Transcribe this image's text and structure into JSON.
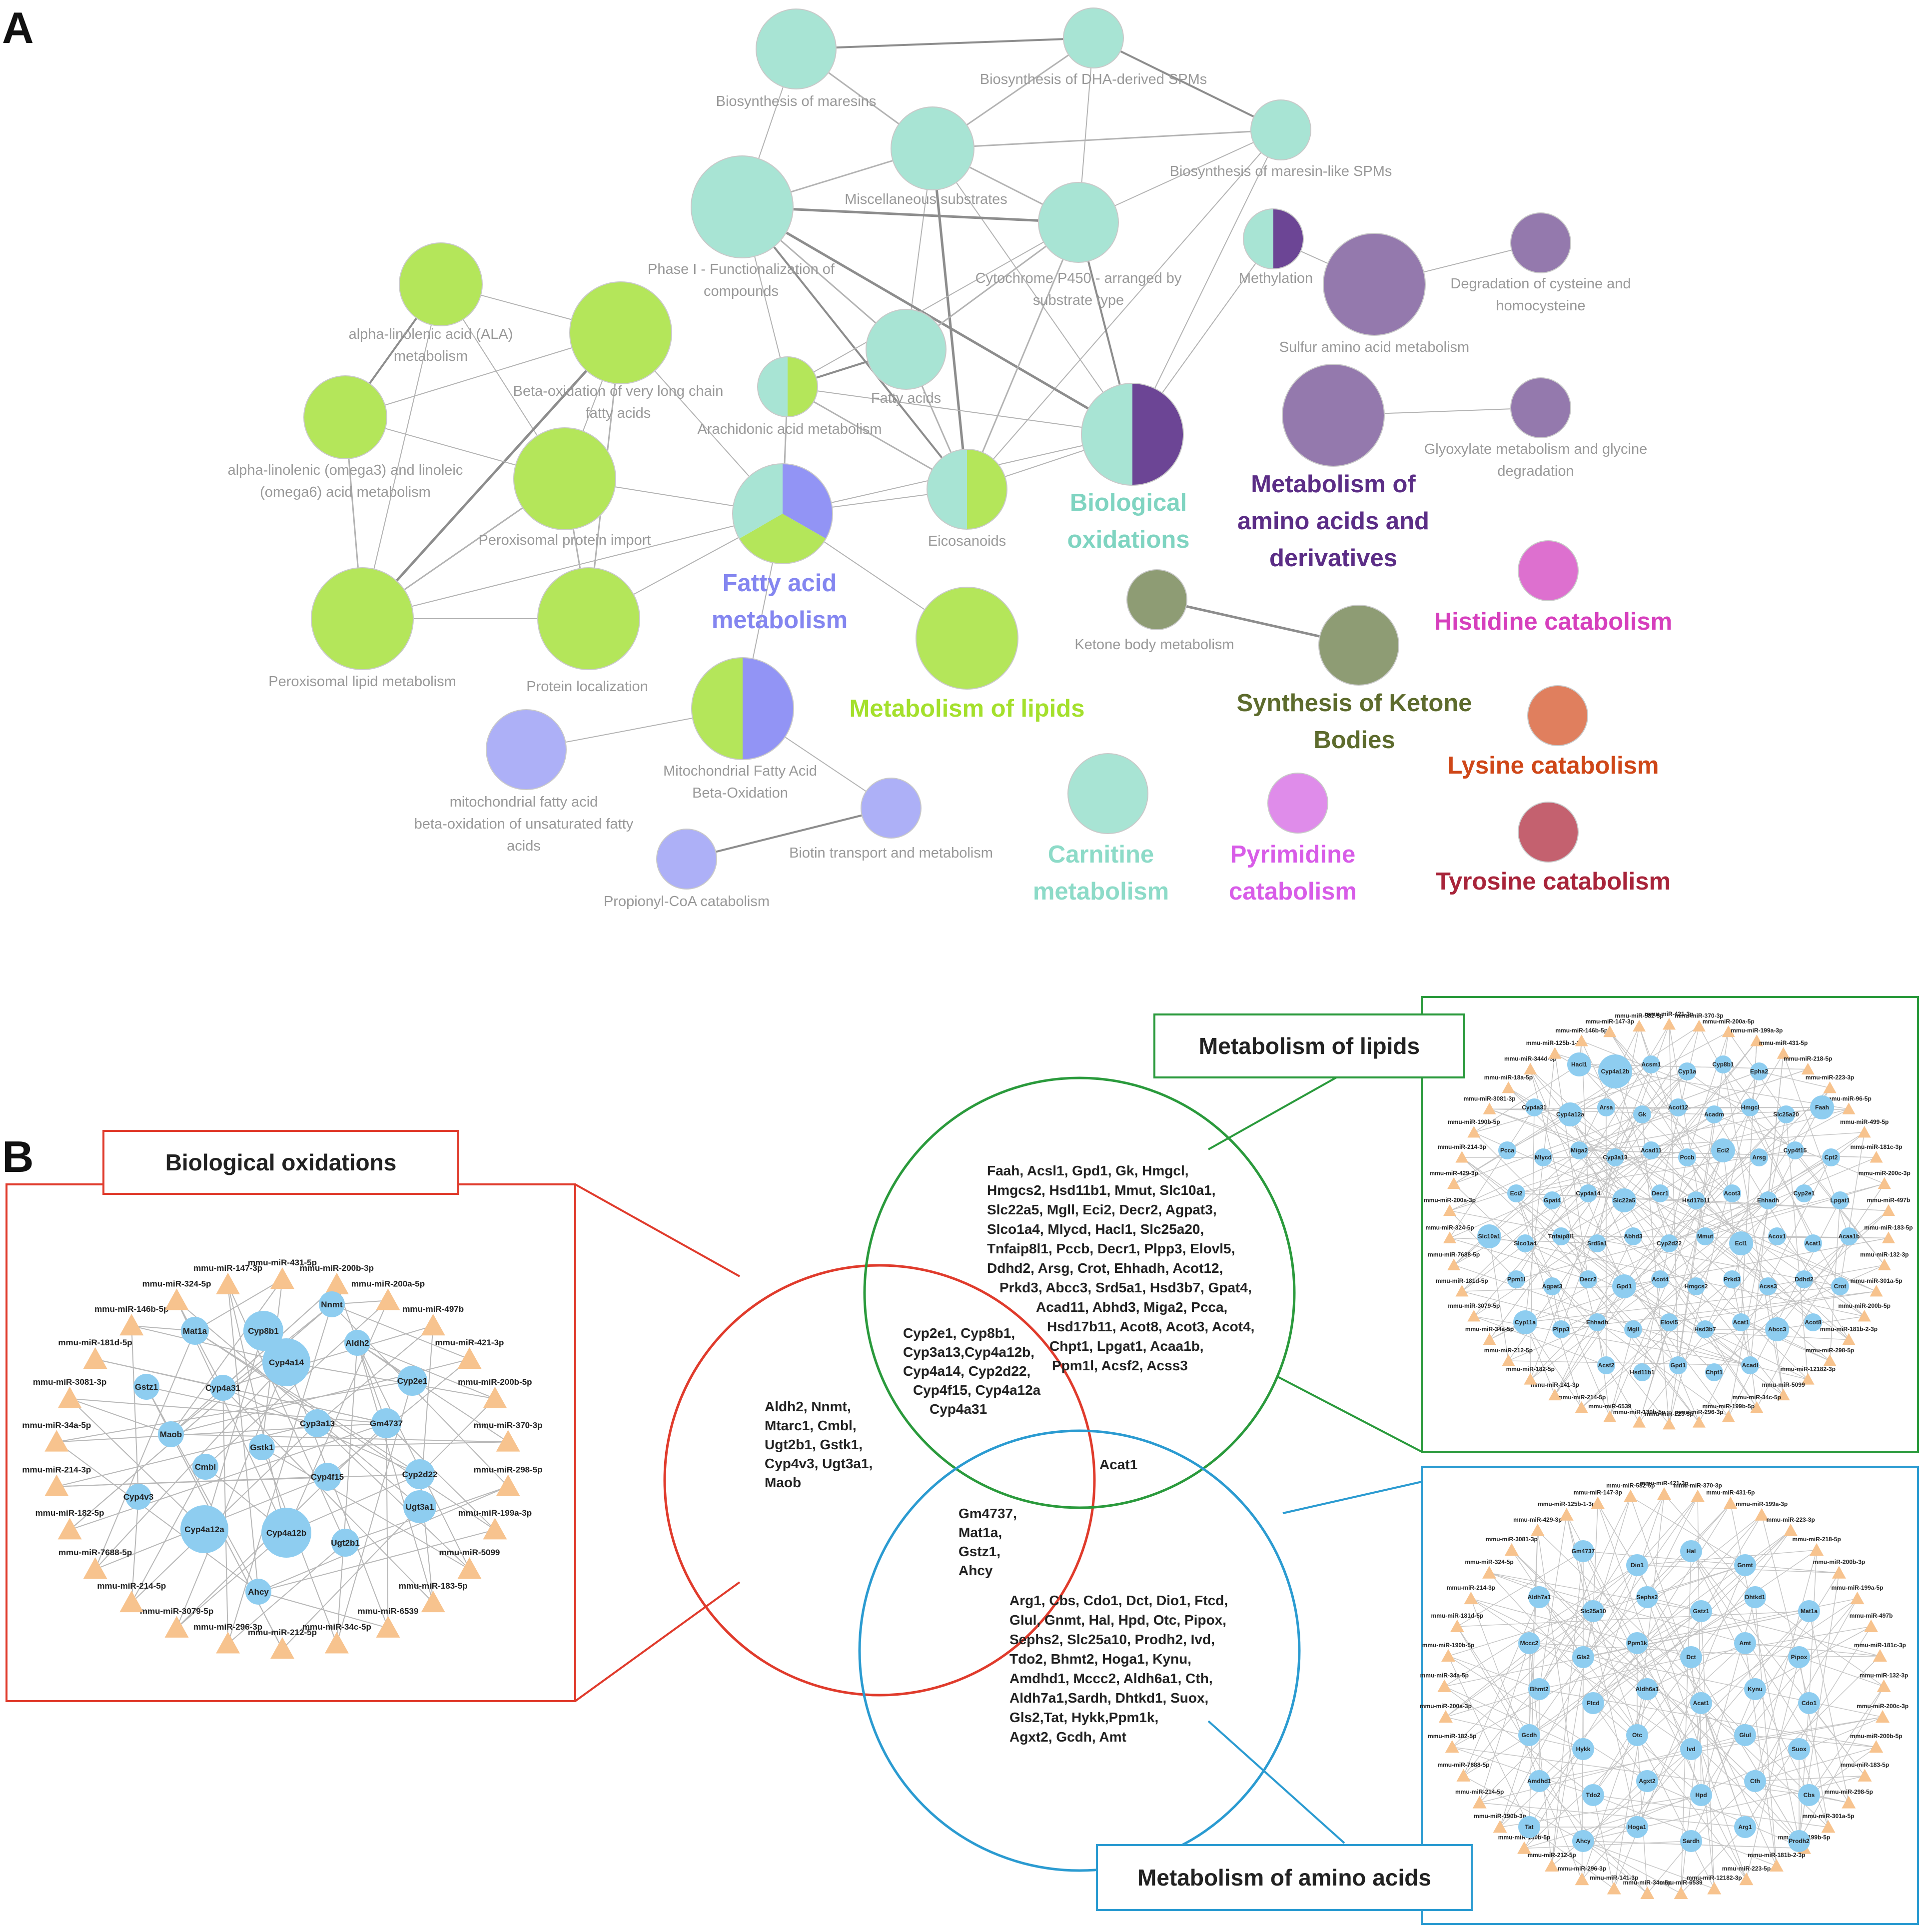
{
  "panel_a": {
    "label": "A",
    "node_labels": {
      "maresins": "Biosynthesis of maresins",
      "dha": "Biosynthesis of DHA-derived SPMs",
      "mlike": [
        "Biosynthesis of maresin-like SPMs"
      ],
      "misc": [
        "Miscellaneous substrates"
      ],
      "phase1": [
        "Phase I - Functionalization of",
        "compounds"
      ],
      "cyp450": [
        "Cytochrome P450 - arranged by",
        "substrate type"
      ],
      "methylation": "Methylation",
      "degcys": [
        "Degradation of cysteine and",
        "homocysteine"
      ],
      "sulfur": [
        "Sulfur amino acid metabolism"
      ],
      "glyox": [
        "Glyoxylate metabolism and glycine",
        "degradation"
      ],
      "ala": [
        "alpha-linolenic acid (ALA)",
        "metabolism"
      ],
      "betaox": [
        "Beta-oxidation of very long chain",
        "fatty acids"
      ],
      "omega": [
        "alpha-linolenic (omega3) and linoleic",
        "(omega6) acid metabolism"
      ],
      "fatty": "Fatty acids",
      "arach": "Arachidonic acid metabolism",
      "perox_import": "Peroxisomal protein import",
      "eicos": "Eicosanoids",
      "perox_lipid": "Peroxisomal lipid metabolism",
      "protein_loc": "Protein localization",
      "ketone": "Ketone body metabolism",
      "mito_unsat": [
        "mitochondrial fatty acid",
        "beta-oxidation of unsaturated fatty",
        "acids"
      ],
      "mito": [
        "Mitochondrial Fatty Acid",
        "Beta-Oxidation"
      ],
      "biotin": "Biotin transport and metabolism",
      "propionyl": "Propionyl-CoA catabolism"
    },
    "cluster_labels": {
      "bio_ox": [
        "Biological",
        "oxidations"
      ],
      "aa": [
        "Metabolism of",
        "amino acids and",
        "derivatives"
      ],
      "fa": [
        "Fatty acid",
        "metabolism"
      ],
      "histidine": "Histidine catabolism",
      "lipids": "Metabolism of lipids",
      "ketone": [
        "Synthesis of Ketone",
        "Bodies"
      ],
      "lysine": "Lysine catabolism",
      "carnitine": [
        "Carnitine",
        "metabolism"
      ],
      "pyrimidine": [
        "Pyrimidine",
        "catabolism"
      ],
      "tyrosine": "Tyrosine catabolism"
    },
    "colors": {
      "teal": "#a8e4d4",
      "lime": "#b4e65a",
      "purple": "#9479ad",
      "darkpurple": "#6c4595",
      "blue": "#9294f5",
      "lightblue": "#adb0f7",
      "olive": "#8e9c74",
      "magenta": "#dd70cf",
      "orange": "#e07f5e",
      "violet": "#df8cea",
      "crimson": "#c4616f"
    }
  },
  "panel_b": {
    "label": "B",
    "titles": {
      "bio": "Biological oxidations",
      "lipids": "Metabolism of lipids",
      "aa": "Metabolism of amino acids"
    },
    "venn": {
      "red_only": [
        "Aldh2, Nnmt,",
        "Mtarc1, Cmbl,",
        "Ugt2b1, Gstk1,",
        "Cyp4v3, Ugt3a1,",
        "Maob"
      ],
      "red_green": [
        "Cyp2e1, Cyp8b1,",
        "Cyp3a13,Cyp4a12b,",
        "Cyp4a14, Cyp2d22,",
        "Cyp4f15, Cyp4a12a",
        "Cyp4a31"
      ],
      "green_only": [
        "Faah, Acsl1, Gpd1, Gk, Hmgcl,",
        "Hmgcs2, Hsd11b1, Mmut, Slc10a1,",
        "Slc22a5, Mgll, Eci2, Decr2, Agpat3,",
        "Slco1a4, Mlycd, Hacl1, Slc25a20,",
        "Tnfaip8l1, Pccb, Decr1, Plpp3, Elovl5,",
        "Ddhd2, Arsg, Crot, Ehhadh, Acot12,",
        "Prkd3, Abcc3, Srd5a1, Hsd3b7, Gpat4,",
        "Acad11, Abhd3, Miga2, Pcca,",
        "Hsd17b11, Acot8, Acot3, Acot4,",
        "Chpt1, Lpgat1, Acaa1b,",
        "Ppm1l, Acsf2, Acss3"
      ],
      "green_blue": "Acat1",
      "red_blue": [
        "Gm4737,",
        "Mat1a,",
        "Gstz1,",
        "Ahcy"
      ],
      "blue_only": [
        "Arg1, Cbs, Cdo1, Dct, Dio1, Ftcd,",
        "Glul, Gnmt, Hal, Hpd, Otc, Pipox,",
        "Sephs2, Slc25a10, Prodh2, Ivd,",
        "Tdo2, Bhmt2, Hoga1, Kynu,",
        "Amdhd1, Mccc2, Aldh6a1, Cth,",
        "Aldh7a1,Sardh, Dhtkd1, Suox,",
        "Gls2,Tat, Hykk,Ppm1k,",
        "Agxt2, Gcdh, Amt"
      ]
    },
    "bio_net": {
      "genes": [
        "Cyp8b1",
        "Nnmt",
        "Mat1a",
        "Aldh2",
        "Cyp4a14",
        "Cyp4a31",
        "Cyp2e1",
        "Gstz1",
        "Cyp3a13",
        "Gm4737",
        "Maob",
        "Gstk1",
        "Cmbl",
        "Cyp4f15",
        "Cyp2d22",
        "Cyp4v3",
        "Ugt3a1",
        "Cyp4a12a",
        "Cyp4a12b",
        "Ugt2b1",
        "Ahcy"
      ],
      "mirnas": [
        "mmu-miR-431-5p",
        "mmu-miR-200b-3p",
        "mmu-miR-200a-5p",
        "mmu-miR-497b",
        "mmu-miR-421-3p",
        "mmu-miR-200b-5p",
        "mmu-miR-370-3p",
        "mmu-miR-298-5p",
        "mmu-miR-199a-3p",
        "mmu-miR-5099",
        "mmu-miR-183-5p",
        "mmu-miR-6539",
        "mmu-miR-34c-5p",
        "mmu-miR-212-5p",
        "mmu-miR-296-3p",
        "mmu-miR-3079-5p",
        "mmu-miR-214-5p",
        "mmu-miR-7688-5p",
        "mmu-miR-182-5p",
        "mmu-miR-214-3p",
        "mmu-miR-34a-5p",
        "mmu-miR-3081-3p",
        "mmu-miR-181d-5p",
        "mmu-miR-146b-5p",
        "mmu-miR-324-5p",
        "mmu-miR-147-3p"
      ]
    },
    "lip_net": {
      "genes": [
        "Hacl1",
        "Cyp4a12b",
        "Acsm1",
        "Cyp1a",
        "Cyp8b1",
        "Epha2",
        "Cyp4a31",
        "Cyp4a12a",
        "Arsa",
        "Gk",
        "Acot12",
        "Acadm",
        "Hmgcl",
        "Slc25a20",
        "Faah",
        "Pcca",
        "Mlycd",
        "Miga2",
        "Cyp3a13",
        "Acad11",
        "Pccb",
        "Eci2",
        "Arsg",
        "Cyp4f15",
        "Cpt2",
        "Eci2",
        "Gpat4",
        "Cyp4a14",
        "Slc22a5",
        "Decr1",
        "Hsd17b11",
        "Acot3",
        "Ehhadh",
        "Cyp2e1",
        "Lpgat1",
        "Slc10a1",
        "Slco1a4",
        "Tnfaip8l1",
        "Srd5a1",
        "Abhd3",
        "Cyp2d22",
        "Mmut",
        "Ecl1",
        "Acox1",
        "Acat1",
        "Acaa1b",
        "Ppm1l",
        "Agpat3",
        "Decr2",
        "Gpd1",
        "Acot4",
        "Hmgcs2",
        "Prkd3",
        "Acss3",
        "Ddhd2",
        "Crot",
        "Cyp11a",
        "Plpp3",
        "Ehhadh",
        "Mgll",
        "Elovl5",
        "Hsd3b7",
        "Acat1",
        "Abcc3",
        "Acot8",
        "Acsf2",
        "Hsd11b1",
        "Gpd1",
        "Chpt1",
        "Acadl"
      ],
      "mirnas": [
        "mmu-miR-421-3p",
        "mmu-miR-370-3p",
        "mmu-miR-200a-5p",
        "mmu-miR-199a-3p",
        "mmu-miR-431-5p",
        "mmu-miR-218-5p",
        "mmu-miR-223-3p",
        "mmu-miR-96-5p",
        "mmu-miR-499-5p",
        "mmu-miR-181c-3p",
        "mmu-miR-200c-3p",
        "mmu-miR-497b",
        "mmu-miR-183-5p",
        "mmu-miR-132-3p",
        "mmu-miR-301a-5p",
        "mmu-miR-200b-5p",
        "mmu-miR-181b-2-3p",
        "mmu-miR-298-5p",
        "mmu-miR-12182-3p",
        "mmu-miR-5099",
        "mmu-miR-34c-5p",
        "mmu-miR-199b-5p",
        "mmu-miR-296-3p",
        "mmu-miR-223-5p",
        "mmu-miR-130b-5p",
        "mmu-miR-6539",
        "mmu-miR-214-5p",
        "mmu-miR-141-3p",
        "mmu-miR-182-5p",
        "mmu-miR-212-5p",
        "mmu-miR-34a-5p",
        "mmu-miR-3079-5p",
        "mmu-miR-181d-5p",
        "mmu-miR-7688-5p",
        "mmu-miR-324-5p",
        "mmu-miR-200a-3p",
        "mmu-miR-429-3p",
        "mmu-miR-214-3p",
        "mmu-miR-190b-5p",
        "mmu-miR-3081-3p",
        "mmu-miR-18a-5p",
        "mmu-miR-344d-3p",
        "mmu-miR-125b-1-3p",
        "mmu-miR-146b-5p",
        "mmu-miR-147-3p",
        "mmu-miR-582-5p"
      ]
    },
    "aa_net": {
      "genes": [
        "Gm4737",
        "Dio1",
        "Hal",
        "Gnmt",
        "Aldh7a1",
        "Slc25a10",
        "Sephs2",
        "Gstz1",
        "Dhtkd1",
        "Mat1a",
        "Mccc2",
        "Gls2",
        "Ppm1k",
        "Dct",
        "Amt",
        "Pipox",
        "Bhmt2",
        "Ftcd",
        "Aldh6a1",
        "Acat1",
        "Kynu",
        "Cdo1",
        "Gcdh",
        "Hykk",
        "Otc",
        "Ivd",
        "Glul",
        "Suox",
        "Amdhd1",
        "Tdo2",
        "Agxt2",
        "Hpd",
        "Cth",
        "Cbs",
        "Tat",
        "Ahcy",
        "Hoga1",
        "Sardh",
        "Arg1",
        "Prodh2"
      ],
      "mirnas": [
        "mmu-miR-421-3p",
        "mmu-miR-370-3p",
        "mmu-miR-431-5p",
        "mmu-miR-199a-3p",
        "mmu-miR-223-3p",
        "mmu-miR-218-5p",
        "mmu-miR-200b-3p",
        "mmu-miR-199a-5p",
        "mmu-miR-497b",
        "mmu-miR-181c-3p",
        "mmu-miR-132-3p",
        "mmu-miR-200c-3p",
        "mmu-miR-200b-5p",
        "mmu-miR-183-5p",
        "mmu-miR-298-5p",
        "mmu-miR-301a-5p",
        "mmu-miR-199b-5p",
        "mmu-miR-181b-2-3p",
        "mmu-miR-223-5p",
        "mmu-miR-12182-3p",
        "mmu-miR-6539",
        "mmu-miR-34c-5p",
        "mmu-miR-141-3p",
        "mmu-miR-296-3p",
        "mmu-miR-212-5p",
        "mmu-miR-130b-5p",
        "mmu-miR-190b-3p",
        "mmu-miR-214-5p",
        "mmu-miR-7688-5p",
        "mmu-miR-182-5p",
        "mmu-miR-200a-3p",
        "mmu-miR-34a-5p",
        "mmu-miR-190b-5p",
        "mmu-miR-181d-5p",
        "mmu-miR-214-3p",
        "mmu-miR-324-5p",
        "mmu-miR-3081-3p",
        "mmu-miR-429-3p",
        "mmu-miR-125b-1-3p",
        "mmu-miR-147-3p",
        "mmu-miR-582-5p"
      ]
    }
  }
}
